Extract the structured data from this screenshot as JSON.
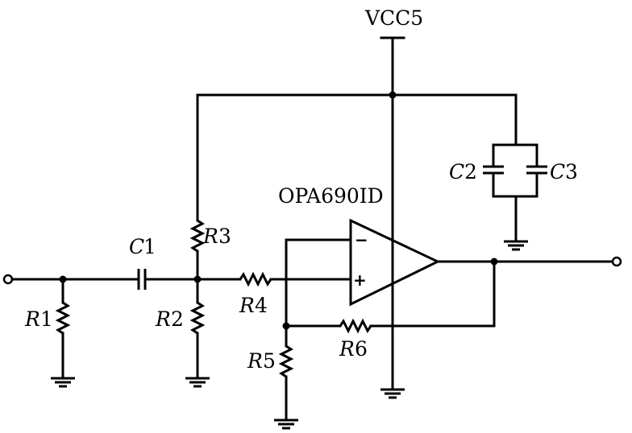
{
  "diagram": {
    "supply_label": "VCC5",
    "opamp_label": "OPA690ID",
    "opamp_minus": "−",
    "opamp_plus": "+",
    "components": [
      {
        "id": "R1",
        "letter": "R",
        "num": "1"
      },
      {
        "id": "R2",
        "letter": "R",
        "num": "2"
      },
      {
        "id": "R3",
        "letter": "R",
        "num": "3"
      },
      {
        "id": "R4",
        "letter": "R",
        "num": "4"
      },
      {
        "id": "R5",
        "letter": "R",
        "num": "5"
      },
      {
        "id": "R6",
        "letter": "R",
        "num": "6"
      },
      {
        "id": "C1",
        "letter": "C",
        "num": "1"
      },
      {
        "id": "C2",
        "letter": "C",
        "num": "2"
      },
      {
        "id": "C3",
        "letter": "C",
        "num": "3"
      }
    ]
  }
}
